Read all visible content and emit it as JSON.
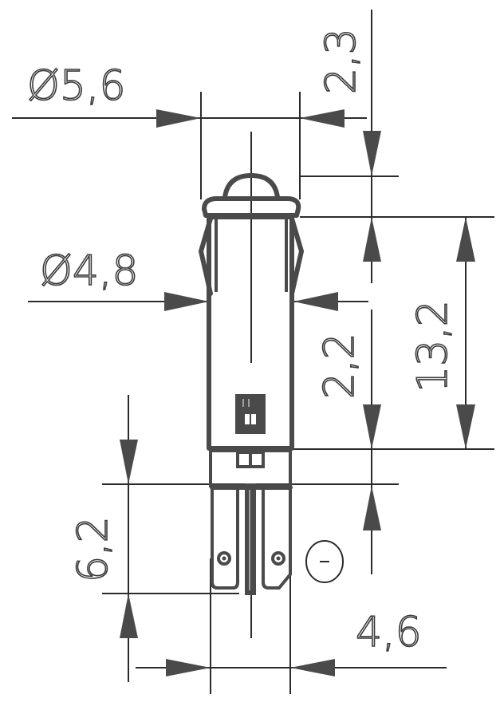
{
  "drawing": {
    "subject": "LED indicator lamp, dimension drawing",
    "units_implied": "mm",
    "dimensions": {
      "head_diameter": "Ø5,6",
      "body_diameter": "Ø4,8",
      "lens_height": "2,3",
      "clip_height": "2,2",
      "body_length": "13,2",
      "terminal_length": "6,2",
      "terminal_width": "4,6"
    },
    "polarity_symbol": "−"
  },
  "colors": {
    "line": "#2b2b2b",
    "part": "#4a4a4a",
    "background": "#ffffff"
  }
}
